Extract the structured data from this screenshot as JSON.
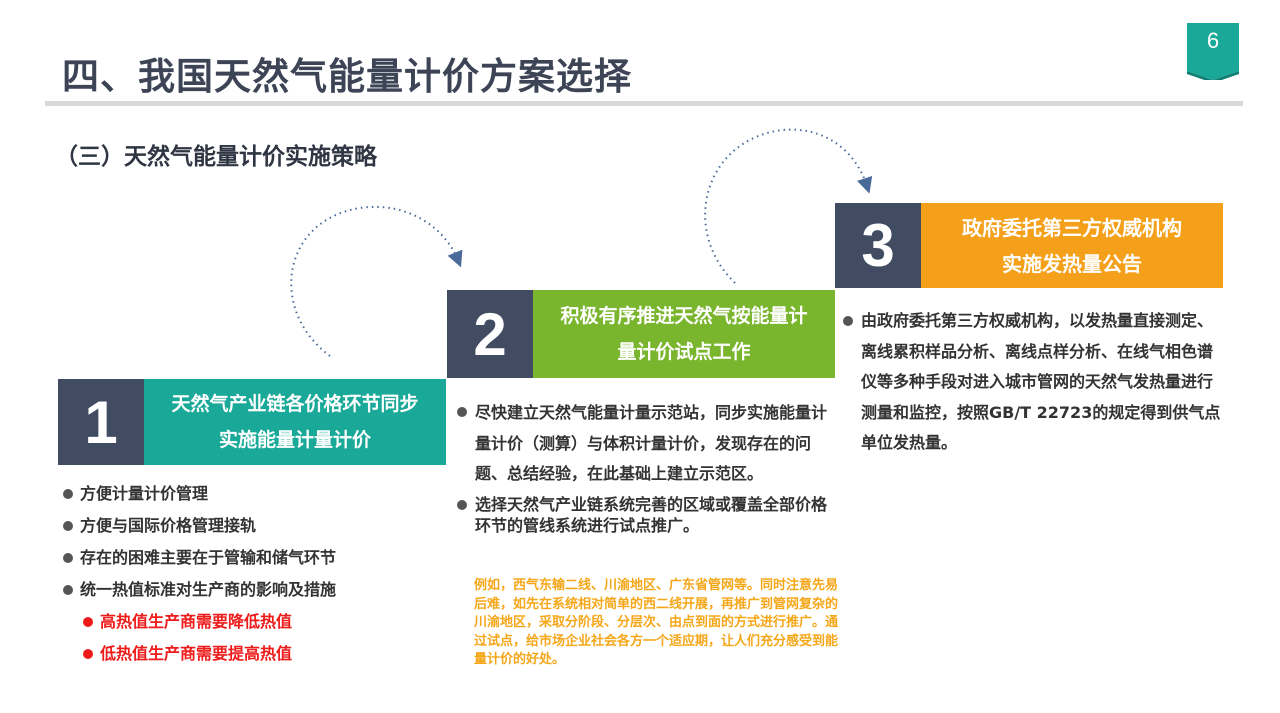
{
  "header": {
    "title": "四、我国天然气能量计价方案选择",
    "page_number": "6"
  },
  "subtitle": "（三）天然气能量计价实施策略",
  "colors": {
    "navy": "#414c63",
    "teal": "#1aa999",
    "green": "#7ab52e",
    "orange": "#f5a01a",
    "red": "#ee1b1b",
    "note_orange": "#f5a71a"
  },
  "steps": [
    {
      "number": "1",
      "heading_lines": [
        "天然气产业链各价格环节同步",
        "实施能量计量计价"
      ],
      "bullets": [
        "方便计量计价管理",
        "方便与国际价格管理接轨",
        "存在的困难主要在于管输和储气环节",
        "统一热值标准对生产商的影响及措施"
      ],
      "sub_bullets": [
        "高热值生产商需要降低热值",
        "低热值生产商需要提高热值"
      ]
    },
    {
      "number": "2",
      "heading_lines": [
        "积极有序推进天然气按能量计",
        "量计价试点工作"
      ],
      "bullets": [
        "尽快建立天然气能量计量示范站，同步实施能量计量计价（测算）与体积计量计价，发现存在的问题、总结经验，在此基础上建立示范区。",
        "选择天然气产业链系统完善的区域或覆盖全部价格环节的管线系统进行试点推广。"
      ],
      "note": "例如，西气东输二线、川渝地区、广东省管网等。同时注意先易后难，如先在系统相对简单的西二线开展，再推广到管网复杂的川渝地区，采取分阶段、分层次、由点到面的方式进行推广。通过试点，给市场企业社会各方一个适应期，让人们充分感受到能量计价的好处。"
    },
    {
      "number": "3",
      "heading_lines": [
        "政府委托第三方权威机构",
        "实施发热量公告"
      ],
      "bullets": [
        "由政府委托第三方权威机构，以发热量直接测定、离线累积样品分析、离线点样分析、在线气相色谱仪等多种手段对进入城市管网的天然气发热量进行测量和监控，按照GB/T 22723的规定得到供气点单位发热量。"
      ]
    }
  ]
}
